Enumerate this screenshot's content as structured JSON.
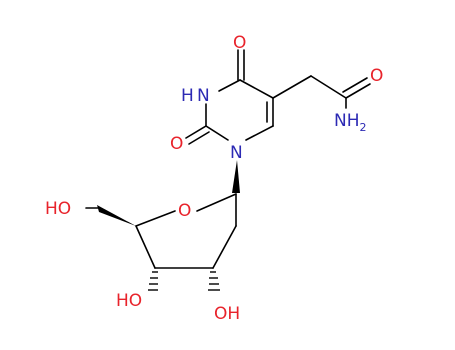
{
  "colors": {
    "bond": "#000000",
    "oxygen": "#e8232b",
    "nitrogen": "#2c2ab4",
    "background": "#ffffff"
  },
  "atoms": {
    "o_top": "O",
    "n_h_prefix": "H",
    "n_h": "N",
    "o_left": "O",
    "n_ring": "N",
    "o_amide": "O",
    "nh2_n": "NH",
    "nh2_sub": "2",
    "o_furanose": "O",
    "ho_5prime": "HO",
    "ho_3prime": "HO",
    "oh_2prime": "OH"
  }
}
